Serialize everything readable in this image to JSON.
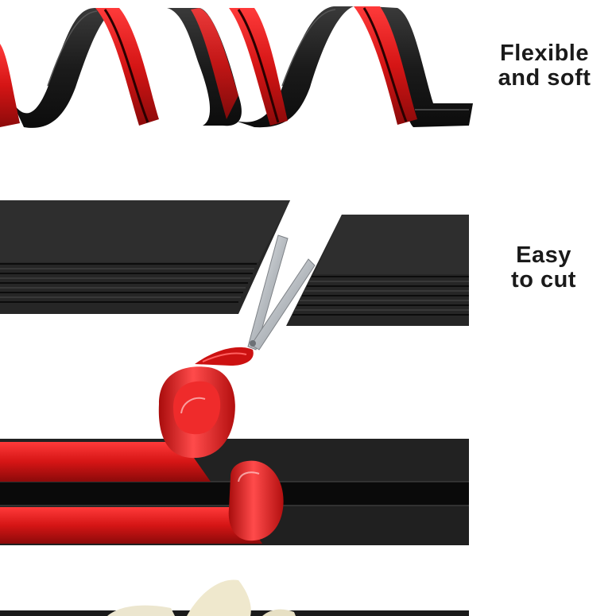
{
  "captions": {
    "flexible": {
      "line1": "Flexible",
      "line2": "and soft"
    },
    "cut": {
      "line1": "Easy",
      "line2": "to cut"
    }
  },
  "colors": {
    "strip_black": "#1c1c1c",
    "strip_dark": "#0a0a0a",
    "tape_red": "#d81818",
    "tape_dark_red": "#8c0a0a",
    "blade": "#c8ccd0",
    "background": "#ffffff"
  },
  "icons": [
    "scissors-icon",
    "rubber-strip",
    "adhesive-tape-roll"
  ]
}
